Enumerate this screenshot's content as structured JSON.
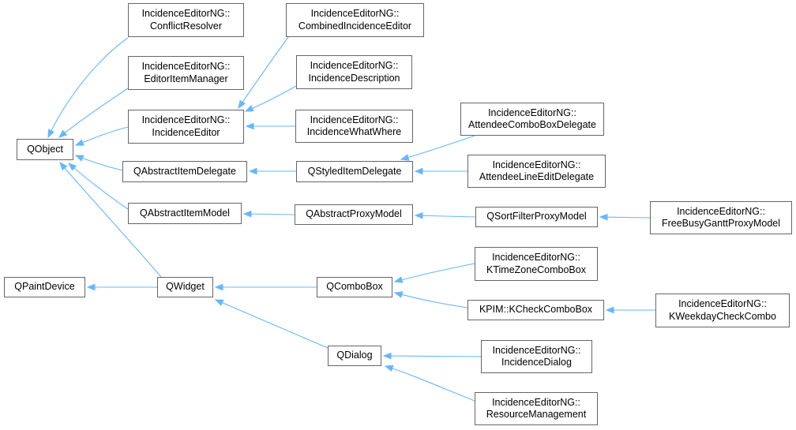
{
  "diagram": {
    "kind": "class-inheritance-graph",
    "nodes": {
      "qobject": {
        "label": "QObject"
      },
      "qpaint_device": {
        "label": "QPaintDevice"
      },
      "qwidget": {
        "label": "QWidget"
      },
      "qcombo_box": {
        "label": "QComboBox"
      },
      "qdialog": {
        "label": "QDialog"
      },
      "qabstract_item_delegate": {
        "label": "QAbstractItemDelegate"
      },
      "qstyled_item_delegate": {
        "label": "QStyledItemDelegate"
      },
      "qabstract_item_model": {
        "label": "QAbstractItemModel"
      },
      "qabstract_proxy_model": {
        "label": "QAbstractProxyModel"
      },
      "qsort_filter_proxy_model": {
        "label": "QSortFilterProxyModel"
      },
      "kcheck_combo_box": {
        "label": "KPIM::KCheckComboBox"
      },
      "conflict_resolver": {
        "line1": "IncidenceEditorNG::",
        "line2": "ConflictResolver"
      },
      "combined_incidence_editor": {
        "line1": "IncidenceEditorNG::",
        "line2": "CombinedIncidenceEditor"
      },
      "editor_item_manager": {
        "line1": "IncidenceEditorNG::",
        "line2": "EditorItemManager"
      },
      "incidence_description": {
        "line1": "IncidenceEditorNG::",
        "line2": "IncidenceDescription"
      },
      "incidence_editor": {
        "line1": "IncidenceEditorNG::",
        "line2": "IncidenceEditor"
      },
      "incidence_what_where": {
        "line1": "IncidenceEditorNG::",
        "line2": "IncidenceWhatWhere"
      },
      "attendee_combo_box_delegate": {
        "line1": "IncidenceEditorNG::",
        "line2": "AttendeeComboBoxDelegate"
      },
      "attendee_line_edit_delegate": {
        "line1": "IncidenceEditorNG::",
        "line2": "AttendeeLineEditDelegate"
      },
      "free_busy_gantt_proxy_model": {
        "line1": "IncidenceEditorNG::",
        "line2": "FreeBusyGanttProxyModel"
      },
      "ktime_zone_combo_box": {
        "line1": "IncidenceEditorNG::",
        "line2": "KTimeZoneComboBox"
      },
      "kweekday_check_combo": {
        "line1": "IncidenceEditorNG::",
        "line2": "KWeekdayCheckCombo"
      },
      "incidence_dialog": {
        "line1": "IncidenceEditorNG::",
        "line2": "IncidenceDialog"
      },
      "resource_management": {
        "line1": "IncidenceEditorNG::",
        "line2": "ResourceManagement"
      }
    },
    "edges": [
      {
        "from": "conflict_resolver",
        "to": "qobject",
        "relation": "inherits"
      },
      {
        "from": "editor_item_manager",
        "to": "qobject",
        "relation": "inherits"
      },
      {
        "from": "incidence_editor",
        "to": "qobject",
        "relation": "inherits"
      },
      {
        "from": "qabstract_item_delegate",
        "to": "qobject",
        "relation": "inherits"
      },
      {
        "from": "qabstract_item_model",
        "to": "qobject",
        "relation": "inherits"
      },
      {
        "from": "qwidget",
        "to": "qobject",
        "relation": "inherits"
      },
      {
        "from": "combined_incidence_editor",
        "to": "incidence_editor",
        "relation": "inherits"
      },
      {
        "from": "incidence_description",
        "to": "incidence_editor",
        "relation": "inherits"
      },
      {
        "from": "incidence_what_where",
        "to": "incidence_editor",
        "relation": "inherits"
      },
      {
        "from": "qstyled_item_delegate",
        "to": "qabstract_item_delegate",
        "relation": "inherits"
      },
      {
        "from": "attendee_combo_box_delegate",
        "to": "qstyled_item_delegate",
        "relation": "inherits"
      },
      {
        "from": "attendee_line_edit_delegate",
        "to": "qstyled_item_delegate",
        "relation": "inherits"
      },
      {
        "from": "qabstract_proxy_model",
        "to": "qabstract_item_model",
        "relation": "inherits"
      },
      {
        "from": "qsort_filter_proxy_model",
        "to": "qabstract_proxy_model",
        "relation": "inherits"
      },
      {
        "from": "free_busy_gantt_proxy_model",
        "to": "qsort_filter_proxy_model",
        "relation": "inherits"
      },
      {
        "from": "qwidget",
        "to": "qpaint_device",
        "relation": "inherits"
      },
      {
        "from": "qcombo_box",
        "to": "qwidget",
        "relation": "inherits"
      },
      {
        "from": "qdialog",
        "to": "qwidget",
        "relation": "inherits"
      },
      {
        "from": "ktime_zone_combo_box",
        "to": "qcombo_box",
        "relation": "inherits"
      },
      {
        "from": "kcheck_combo_box",
        "to": "qcombo_box",
        "relation": "inherits"
      },
      {
        "from": "kweekday_check_combo",
        "to": "kcheck_combo_box",
        "relation": "inherits"
      },
      {
        "from": "incidence_dialog",
        "to": "qdialog",
        "relation": "inherits"
      },
      {
        "from": "resource_management",
        "to": "qdialog",
        "relation": "inherits"
      }
    ]
  },
  "colors": {
    "arrow": "#63b8ff",
    "node_border": "#666666",
    "text": "#000000",
    "background": "#ffffff"
  }
}
